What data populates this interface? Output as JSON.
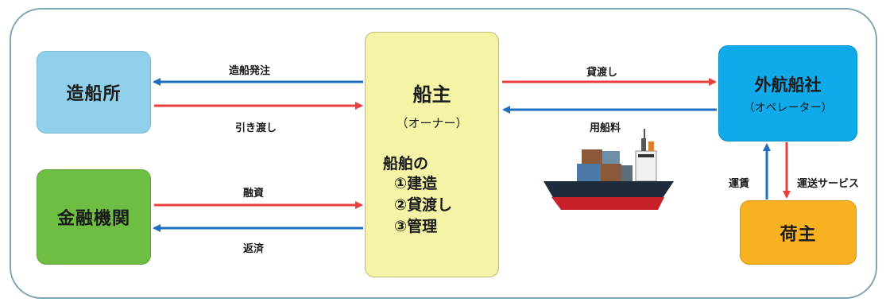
{
  "nodes": {
    "shipyard": "造船所",
    "finance": "金融機関",
    "owner_title": "船主",
    "owner_sub": "（オーナー）",
    "owner_duties_head": "船舶の",
    "owner_duties": [
      "①建造",
      "②貸渡し",
      "③管理"
    ],
    "operator_title": "外航船社",
    "operator_sub": "（オペレーター）",
    "cargo_owner": "荷主"
  },
  "flows": {
    "shipbuilding_order": "造船発注",
    "delivery": "引き渡し",
    "financing": "融資",
    "repayment": "返済",
    "chartering_out": "貸渡し",
    "charter_fee": "用船料",
    "freight": "運賃",
    "transport_service": "運送サービス"
  },
  "colors": {
    "red_arrow": "#e8403c",
    "blue_arrow": "#1f6fc0",
    "shipyard": "#8fd0ea",
    "finance": "#6fbe44",
    "owner": "#f5f3a6",
    "operator": "#10aaea",
    "cargo_owner": "#f8b120"
  },
  "icons": {
    "ship": "cargo-ship-icon"
  }
}
